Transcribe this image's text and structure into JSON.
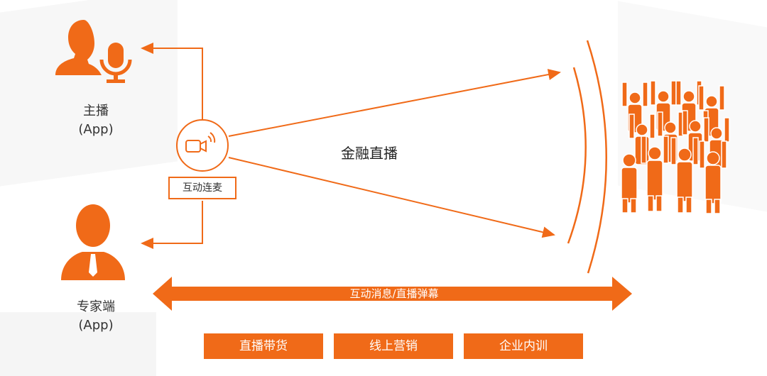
{
  "colors": {
    "accent": "#f06a18",
    "text": "#333333"
  },
  "host": {
    "name": "主播",
    "platform": "(App)",
    "icon": "host-with-microphone-icon"
  },
  "expert": {
    "name": "专家端",
    "platform": "(App)",
    "icon": "expert-with-tie-icon"
  },
  "connector": {
    "icon": "video-call-icon",
    "label": "互动连麦"
  },
  "broadcast": {
    "label": "金融直播"
  },
  "audience": {
    "icon": "crowd-icon"
  },
  "interaction_bar": {
    "label": "互动消息/直播弹幕"
  },
  "scenarios": [
    "直播带货",
    "线上营销",
    "企业内训"
  ]
}
